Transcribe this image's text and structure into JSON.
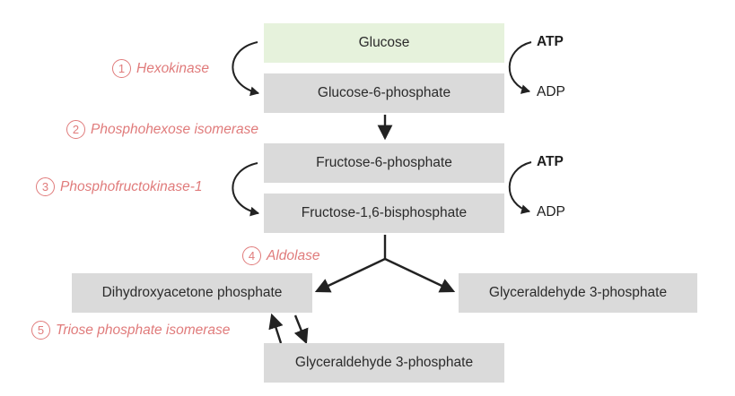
{
  "nodes": {
    "glucose": "Glucose",
    "g6p": "Glucose-6-phosphate",
    "f6p": "Fructose-6-phosphate",
    "f16bp": "Fructose-1,6-bisphosphate",
    "dhap": "Dihydroxyacetone phosphate",
    "g3p_right": "Glyceraldehyde 3-phosphate",
    "g3p_bottom": "Glyceraldehyde 3-phosphate"
  },
  "enzymes": [
    {
      "num": "1",
      "label": "Hexokinase"
    },
    {
      "num": "2",
      "label": "Phosphohexose isomerase"
    },
    {
      "num": "3",
      "label": "Phosphofructokinase-1"
    },
    {
      "num": "4",
      "label": "Aldolase"
    },
    {
      "num": "5",
      "label": "Triose phosphate isomerase"
    }
  ],
  "cofactors": {
    "step1_in": "ATP",
    "step1_out": "ADP",
    "step3_in": "ATP",
    "step3_out": "ADP"
  },
  "colors": {
    "enzyme": "#e07b7b",
    "box": "#dadada",
    "first_box": "#e6f2dc",
    "arrow": "#222222"
  }
}
